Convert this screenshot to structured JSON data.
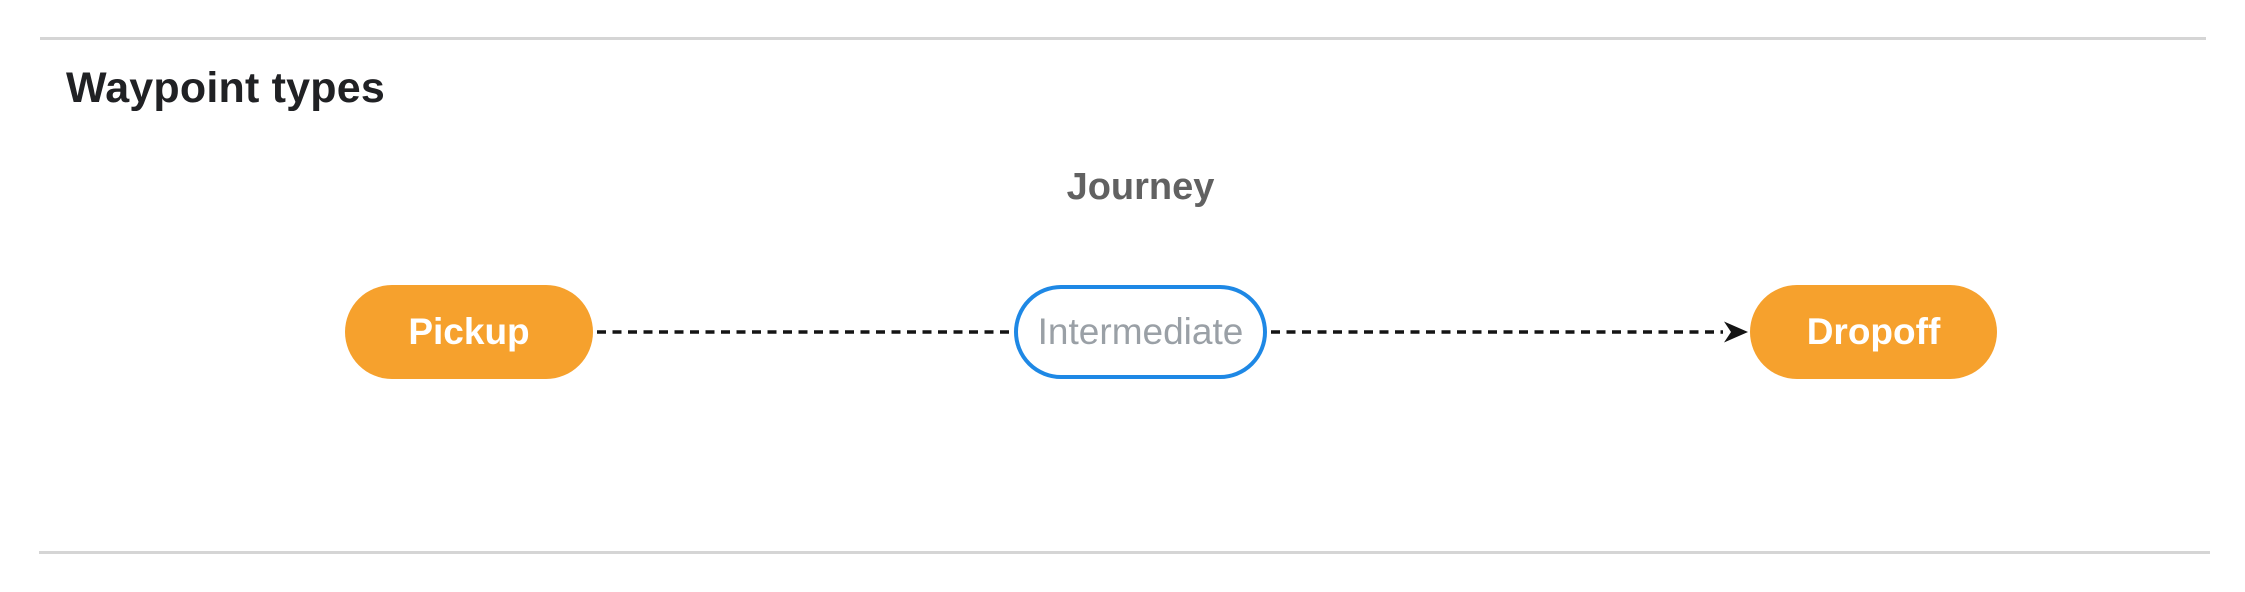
{
  "page": {
    "heading": "Waypoint types"
  },
  "diagram": {
    "title": "Journey",
    "nodes": [
      {
        "id": "pickup",
        "label": "Pickup",
        "style": "filled-orange"
      },
      {
        "id": "intermediate",
        "label": "Intermediate",
        "style": "outlined-blue"
      },
      {
        "id": "dropoff",
        "label": "Dropoff",
        "style": "filled-orange"
      }
    ],
    "edges": [
      {
        "from": "pickup",
        "to": "intermediate",
        "style": "dashed",
        "arrowhead": false
      },
      {
        "from": "intermediate",
        "to": "dropoff",
        "style": "dashed",
        "arrowhead": true
      }
    ]
  },
  "colors": {
    "node-fill-orange": "#F6A12D",
    "node-border-blue": "#1E88E5",
    "node-text-gray": "#9AA0A6",
    "node-text-white": "#FFFFFF",
    "heading-text": "#202124",
    "journey-label": "#616161",
    "divider": "#D5D5D5",
    "edge": "#141414",
    "bg": "#FFFFFF"
  }
}
